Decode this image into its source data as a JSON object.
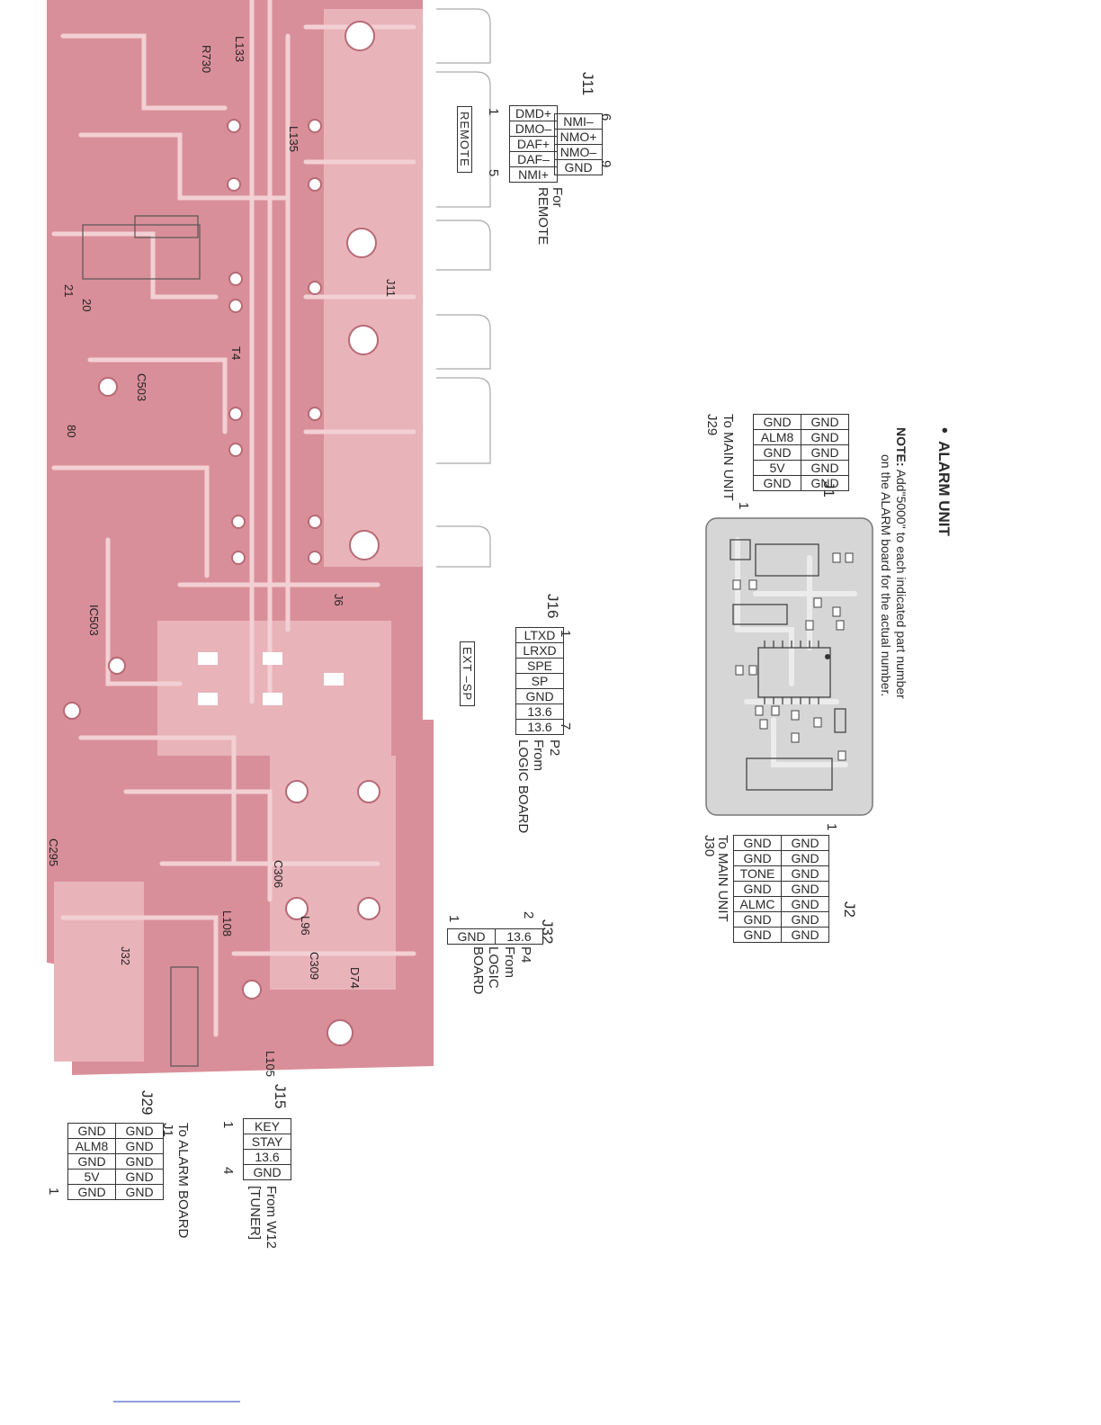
{
  "colors": {
    "pcb": "#d98f99",
    "pcb_light": "#e9b3ba",
    "trace": "#f2d0d4",
    "board_gray": "#d6d6d6",
    "ink": "#2a2a2a"
  },
  "heading": {
    "bullet": "•",
    "title": "ALARM UNIT"
  },
  "note": {
    "label": "NOTE:",
    "line1": "Add\"5000\" to each indicated part number",
    "line2": "on the ALARM board for the actual number."
  },
  "j11": {
    "name": "J11",
    "pin_first": "1",
    "pin_last": "5",
    "pin_first_b": "6",
    "pin_last_b": "9",
    "row_a": [
      "DMD+",
      "DMO–",
      "DAF+",
      "DAF–",
      "NMI+"
    ],
    "row_b": [
      "NMI–",
      "NMO+",
      "NMO–",
      "GND"
    ],
    "caption1": "For",
    "caption2": "REMOTE",
    "tag": "REMOTE"
  },
  "j16": {
    "name": "J16",
    "pin_first": "1",
    "pin_last": "7",
    "pins": [
      "LTXD",
      "LRXD",
      "SPE",
      "SP",
      "GND",
      "13.6",
      "13.6"
    ],
    "caption1": "P2",
    "caption2": "From",
    "caption3": "LOGIC BOARD",
    "tag": "EXT –SP"
  },
  "j32": {
    "name": "J32",
    "pin_a": "2",
    "pin_b": "1",
    "pins": [
      "13.6",
      "GND"
    ],
    "caption1": "P4",
    "caption2": "From",
    "caption3": "LOGIC",
    "caption4": "BOARD"
  },
  "j1": {
    "name": "J1",
    "pin_first": "1",
    "row_a": [
      "GND",
      "ALM8",
      "GND",
      "5V",
      "GND"
    ],
    "row_b": [
      "GND",
      "GND",
      "GND",
      "GND",
      "GND"
    ],
    "caption1": "To MAIN UNIT",
    "caption2": "J29"
  },
  "j2": {
    "name": "J2",
    "pin_first": "1",
    "row_a": [
      "GND",
      "GND",
      "TONE",
      "GND",
      "ALMC",
      "GND",
      "GND"
    ],
    "row_b": [
      "GND",
      "GND",
      "GND",
      "GND",
      "GND",
      "GND",
      "GND"
    ],
    "caption1": "To MAIN UNIT",
    "caption2": "J30"
  },
  "j29": {
    "name": "J29",
    "pin_first": "1",
    "row_a": [
      "GND",
      "ALM8",
      "GND",
      "5V",
      "GND"
    ],
    "row_b": [
      "GND",
      "GND",
      "GND",
      "GND",
      "GND"
    ],
    "caption1": "J1",
    "caption2": "To ALARM BOARD"
  },
  "j15": {
    "name": "J15",
    "pin_first": "1",
    "pin_last": "4",
    "pins": [
      "KEY",
      "STAY",
      "13.6",
      "GND"
    ],
    "caption1": "From W12",
    "caption2": "[TUNER]"
  },
  "pcb_labels": [
    "R730",
    "L133",
    "L135",
    "J11",
    "T4",
    "J6",
    "L105",
    "C503",
    "IC503",
    "J32",
    "C295",
    "L96",
    "D74",
    "C309",
    "C306",
    "L108",
    "21",
    "20",
    "80"
  ]
}
